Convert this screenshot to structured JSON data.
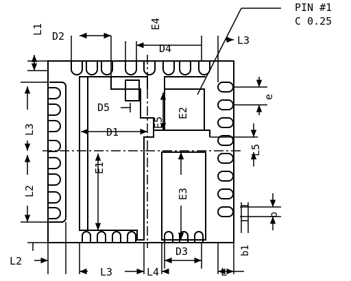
{
  "pin1_note": {
    "line1": "PIN #1",
    "line2": "C 0.25"
  },
  "labels": {
    "l1": "L1",
    "d2": "D2",
    "e4": "E4",
    "d4": "D4",
    "l3_top": "L3",
    "e": "e",
    "d5": "D5",
    "e2": "E2",
    "e5": "E5",
    "d1": "D1",
    "l3_left": "L3",
    "l5": "L5",
    "e1": "E1",
    "e3": "E3",
    "l2_left": "L2",
    "b": "b",
    "b1": "b1",
    "d3": "D3",
    "l2_bottom": "L2",
    "l3_bottom": "L3",
    "l4": "L4",
    "l": "L"
  }
}
